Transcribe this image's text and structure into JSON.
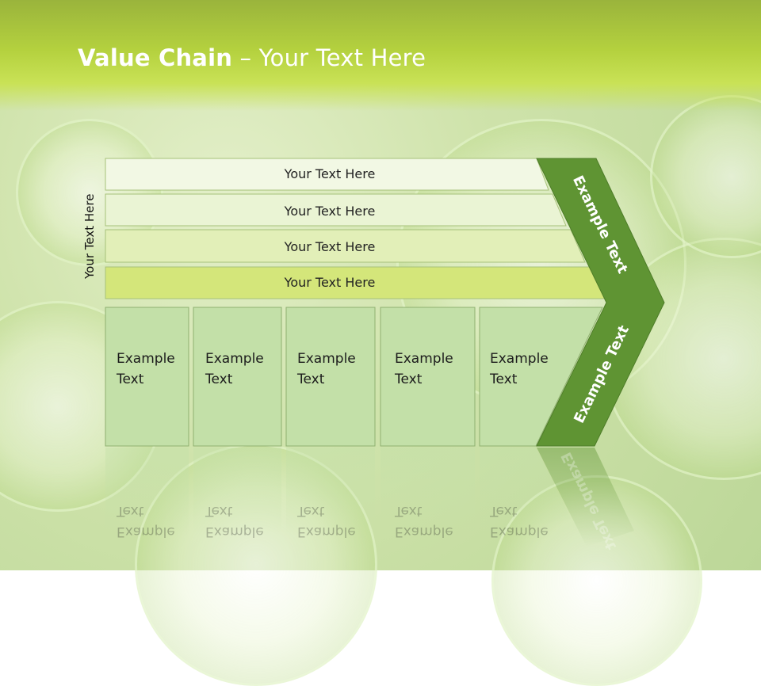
{
  "slide": {
    "title_bold": "Value Chain",
    "title_rest": " – Your Text Here",
    "vertical_label": "Your Text Here"
  },
  "bands": [
    {
      "label": "Your Text Here",
      "color": "#f2f8e4"
    },
    {
      "label": "Your Text Here",
      "color": "#eaf4d4"
    },
    {
      "label": "Your Text Here",
      "color": "#e2efb8"
    },
    {
      "label": "Your Text Here",
      "color": "#d4e67a"
    }
  ],
  "cells": [
    {
      "line1": "Example",
      "line2": "Text"
    },
    {
      "line1": "Example",
      "line2": "Text"
    },
    {
      "line1": "Example",
      "line2": "Text"
    },
    {
      "line1": "Example",
      "line2": "Text"
    },
    {
      "line1": "Example",
      "line2": "Text"
    }
  ],
  "arrow": {
    "upper_label": "Example Text",
    "lower_label": "Example Text",
    "color": "#5f9433"
  },
  "colors": {
    "cell_fill": "#c3e0a8",
    "header": "#b4d13e"
  }
}
